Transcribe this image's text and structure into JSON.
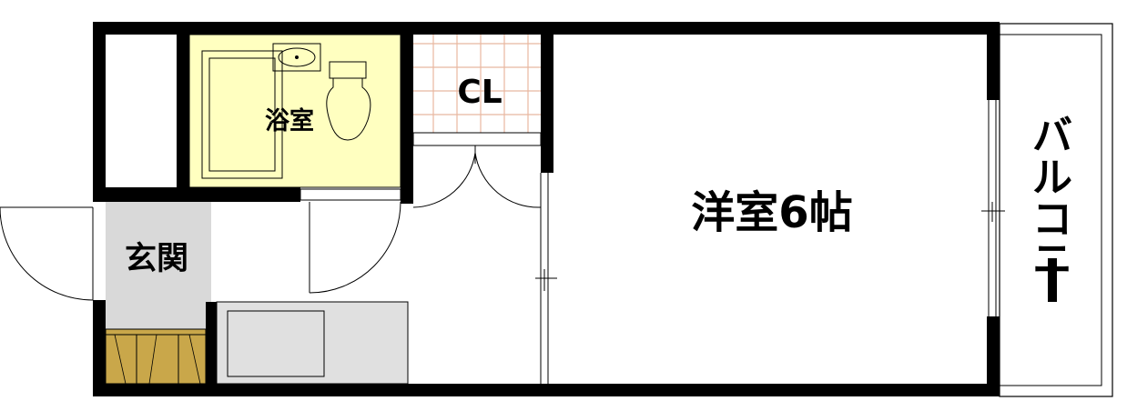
{
  "rooms": {
    "bathroom": "浴室",
    "closet": "CL",
    "western_room": "洋室6帖",
    "entrance": "玄関",
    "balcony": [
      "バ",
      "ル",
      "コ",
      "ニ",
      "ー"
    ]
  },
  "colors": {
    "wall": "#000000",
    "bathroom_fill": "#ffffc0",
    "entrance_fill": "#d9d9d9",
    "shoe_box_fill": "#c9a74a",
    "closet_tile_lines": "#e8b8a0",
    "kitchen_fill": "#e0e0e0"
  }
}
